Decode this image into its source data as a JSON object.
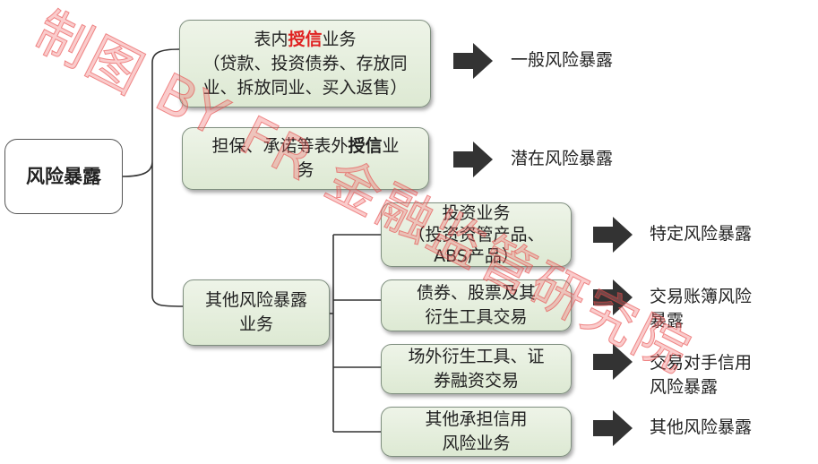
{
  "watermark": "制图 BY FR 金融监管研究院",
  "root": {
    "label": "风险暴露"
  },
  "branches": {
    "on_balance": {
      "pre": "表内",
      "highlight": "授信",
      "post": "业务",
      "detail_line1": "（贷款、投资债券、存放同",
      "detail_line2": "业、拆放同业、买入返售）",
      "result": "一般风险暴露"
    },
    "off_balance": {
      "pre": "担保、承诺等表外",
      "highlight": "授信",
      "post": "业",
      "line2": "务",
      "result": "潜在风险暴露"
    },
    "other": {
      "line1": "其他风险暴露",
      "line2": "业务",
      "children": [
        {
          "line1": "投资业务",
          "line2": "（投资资管产品、",
          "line3": "ABS产品）",
          "result_line1": "特定风险暴露"
        },
        {
          "line1": "债券、股票及其",
          "line2": "衍生工具交易",
          "result_line1": "交易账簿风险",
          "result_line2": "暴露"
        },
        {
          "line1": "场外衍生工具、证",
          "line2": "券融资交易",
          "result_line1": "交易对手信用",
          "result_line2": "风险暴露"
        },
        {
          "line1": "其他承担信用",
          "line2": "风险业务",
          "result_line1": "其他风险暴露"
        }
      ]
    }
  },
  "colors": {
    "highlight": "#e02020",
    "box_fill": "#e4eedb",
    "arrow": "#333333"
  }
}
